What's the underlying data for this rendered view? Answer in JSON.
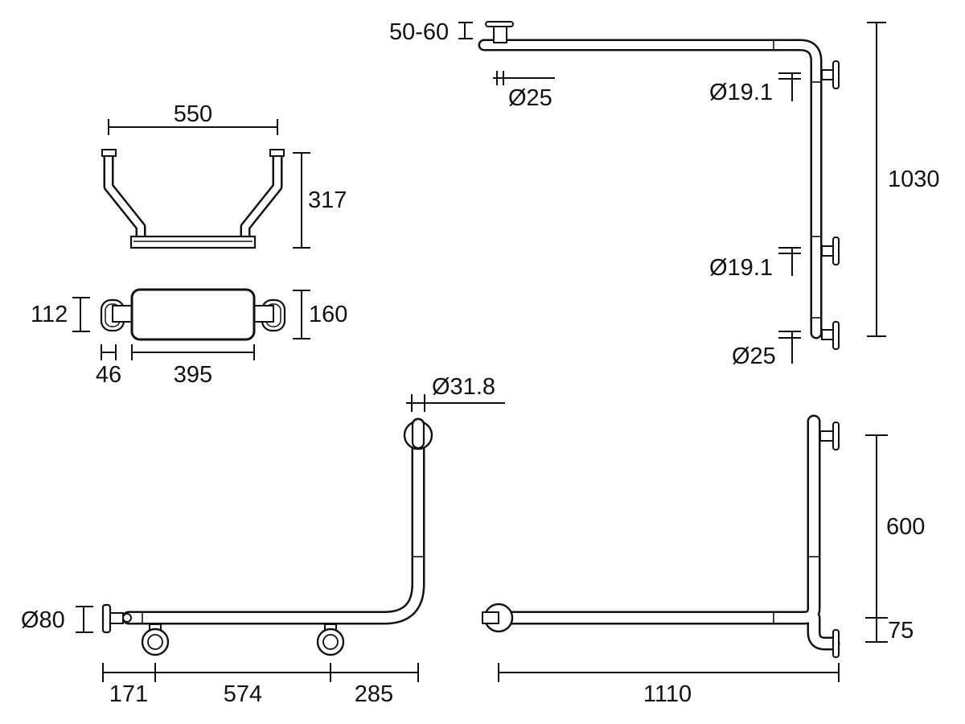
{
  "views": {
    "top_view": {
      "width": "550",
      "height": "317"
    },
    "plan_view": {
      "left_height": "112",
      "right_height": "160",
      "post": "46",
      "pad_length": "395"
    },
    "vertical_rail": {
      "offset": "50-60",
      "tube_diameter": "Ø25",
      "upper_flange": "Ø19.1",
      "lower_flange": "Ø19.1",
      "bottom_tube": "Ø25",
      "height": "1030"
    },
    "l_rail_front": {
      "tube_diameter": "Ø31.8",
      "flange": "Ø80",
      "seg1": "171",
      "seg2": "574",
      "seg3": "285"
    },
    "l_rail_side": {
      "upper_height": "600",
      "lower_height": "75",
      "length": "1110"
    }
  },
  "colors": {
    "line": "#111111",
    "background": "#ffffff"
  }
}
